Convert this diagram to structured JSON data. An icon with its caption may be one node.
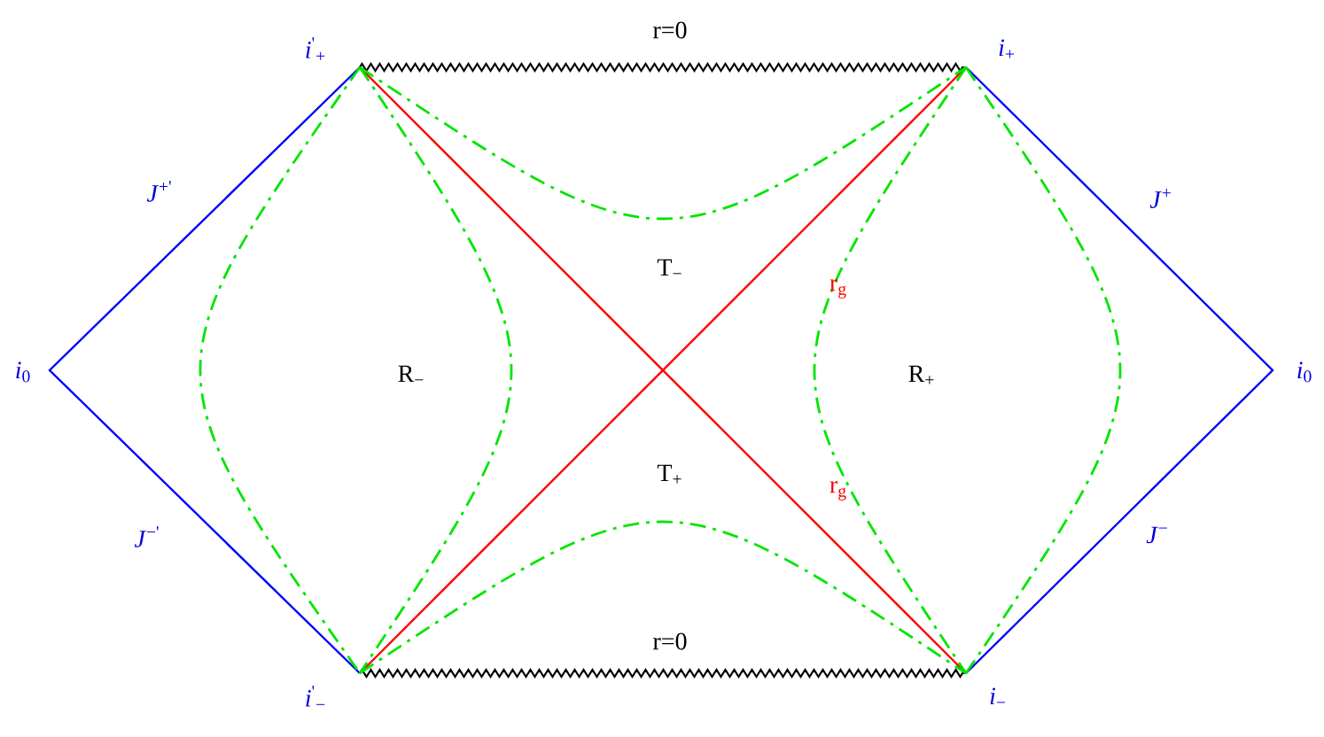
{
  "diagram": {
    "labels": [
      "*i*$^{'}$$_{+}$",
      "r=0",
      "*i*$_{+}$",
      "*J*$^{+'}$",
      "*J*$^{+}$",
      "T$_{−}$",
      "r$_{g}$",
      "*i*$_{0}$",
      "R$_{−}$",
      "R$_{+}$",
      "*i*$_{0}$",
      "T$_{+}$",
      "r$_{g}$",
      "*J*$^{−'}$",
      "*J*$^{−}$",
      "r=0",
      "*i*$^{'}$$_{−}$",
      "*i*$_{−}$"
    ]
  }
}
